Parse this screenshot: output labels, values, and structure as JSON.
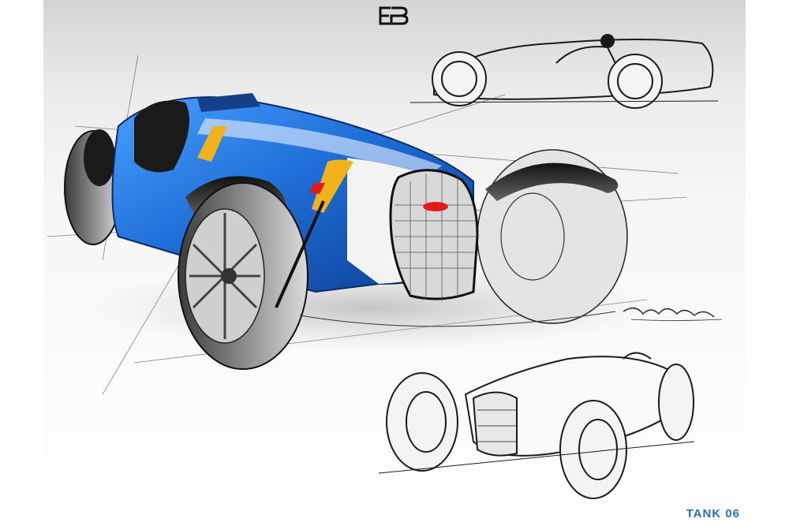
{
  "caption": "TANK 06",
  "colors": {
    "body_blue": "#1f6fd8",
    "stripe_yellow": "#f2b21b",
    "badge_red": "#e21a1a",
    "ink": "#1a1a1a",
    "caption_blue": "#2b6fb3"
  },
  "artwork": {
    "logo": "eb-monogram-logo",
    "main_view": "blue-racing-car-sketch-front-three-quarter",
    "top_view": "racing-car-side-view-sketch",
    "bottom_view": "racing-car-perspective-sketch",
    "signature": "artist-signature"
  }
}
